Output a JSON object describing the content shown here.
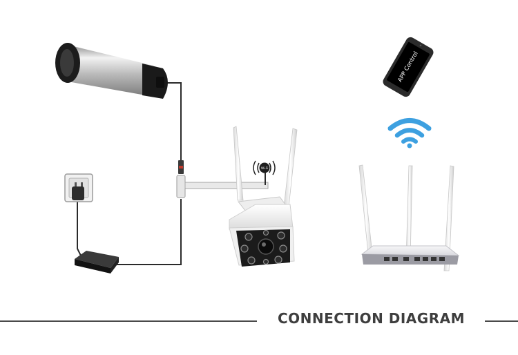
{
  "phone": {
    "screen_text": "APP Control"
  },
  "camera": {
    "wifi_badge_text": "Wi-Fi"
  },
  "footer": {
    "title": "CONNECTION DIAGRAM"
  },
  "colors": {
    "cable": "#2a2a2a",
    "wifi_signal": "#3da0e0",
    "router_body": "#e9e9ec",
    "camera_body": "#f4f4f4",
    "projector_body": "#c9c9c9",
    "text": "#3e3e3e"
  }
}
